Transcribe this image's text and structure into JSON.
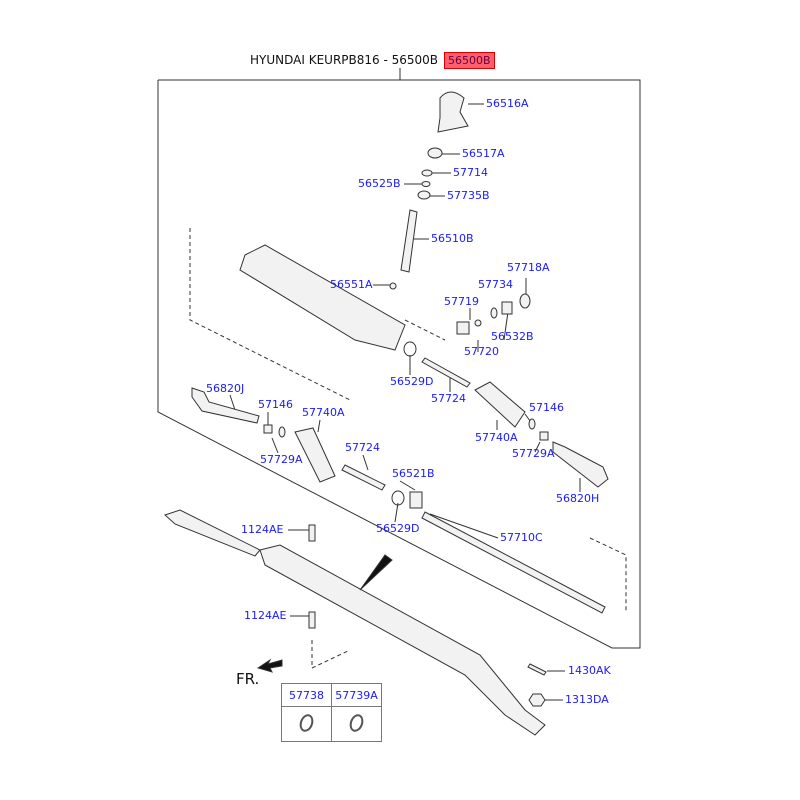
{
  "header": {
    "title": "HYUNDAI KEURPB816 - 56500B",
    "highlight": "56500B"
  },
  "direction_label": "FR.",
  "labels": {
    "p56516A": "56516A",
    "p56517A": "56517A",
    "p57714": "57714",
    "p56525B": "56525B",
    "p57735B": "57735B",
    "p56510B": "56510B",
    "p57718A": "57718A",
    "p56551A": "56551A",
    "p57734": "57734",
    "p57719": "57719",
    "p56532B": "56532B",
    "p57720": "57720",
    "p56529D_a": "56529D",
    "p57724_a": "57724",
    "p56820J": "56820J",
    "p57146_a": "57146",
    "p57740A_a": "57740A",
    "p57146_b": "57146",
    "p57740A_b": "57740A",
    "p57729A_a": "57729A",
    "p57724_b": "57724",
    "p57729A_b": "57729A",
    "p56521B": "56521B",
    "p56820H": "56820H",
    "p56529D_b": "56529D",
    "p57710C": "57710C",
    "p1124AE_a": "1124AE",
    "p1124AE_b": "1124AE",
    "p1430AK": "1430AK",
    "p1313DA": "1313DA"
  },
  "table": {
    "headers": [
      "57738",
      "57739A"
    ]
  },
  "colors": {
    "label": "#1a1aff",
    "highlight": "#ff2840",
    "line": "#333333"
  }
}
